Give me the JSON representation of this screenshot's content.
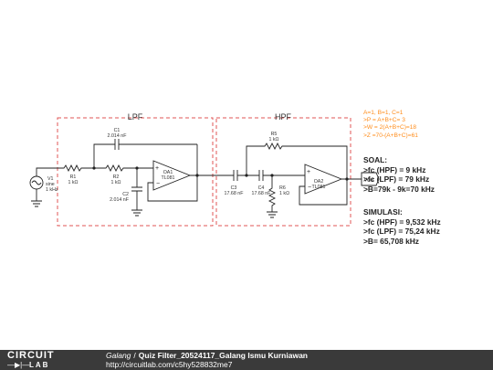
{
  "blocks": {
    "lpf": "LPF",
    "hpf": "HPF"
  },
  "components": {
    "v1": {
      "name": "V1",
      "type": "sine",
      "value": "1 kHz"
    },
    "r1": {
      "name": "R1",
      "value": "1 kΩ"
    },
    "r2": {
      "name": "R2",
      "value": "1 kΩ"
    },
    "c1": {
      "name": "C1",
      "value": "2.014 nF"
    },
    "c2": {
      "name": "C2",
      "value": "2.014 nF"
    },
    "oa1": {
      "name": "OA1",
      "part": "TL081"
    },
    "c3": {
      "name": "C3",
      "value": "17.68 nF"
    },
    "c4": {
      "name": "C4",
      "value": "17.68 nF"
    },
    "r5": {
      "name": "R5",
      "value": "1 kΩ"
    },
    "r6": {
      "name": "R6",
      "value": "1 kΩ"
    },
    "oa2": {
      "name": "OA2",
      "part": "TL081"
    },
    "vout": {
      "label": "Vout"
    }
  },
  "notes": {
    "orange": [
      "A=1, B=1, C=1",
      ">P = A+B+C= 3",
      ">W = 2(A+B+C)=18",
      ">Z =70-(A+B+C)=61"
    ],
    "soal": [
      "SOAL:",
      ">fc (HPF) = 9 kHz",
      ">fc (LPF) = 79 kHz",
      ">B=79k - 9k=70 kHz"
    ],
    "simulasi": [
      "SIMULASI:",
      ">fc (HPF) = 9,532 kHz",
      ">fc (LPF) = 75,24 kHz",
      ">B= 65,708 kHz"
    ]
  },
  "footer": {
    "logo_top": "CIRCUIT",
    "logo_bottom": "LAB",
    "author": "Galang",
    "separator": "/",
    "project": "Quiz Filter_20524117_Galang Ismu Kurniawan",
    "url": "http://circuitlab.com/c5hy528832me7"
  },
  "colors": {
    "block_border": "#e05555",
    "wire": "#222222",
    "notes_orange": "#ff8c1a",
    "footer_bg": "#3a3a3a"
  }
}
